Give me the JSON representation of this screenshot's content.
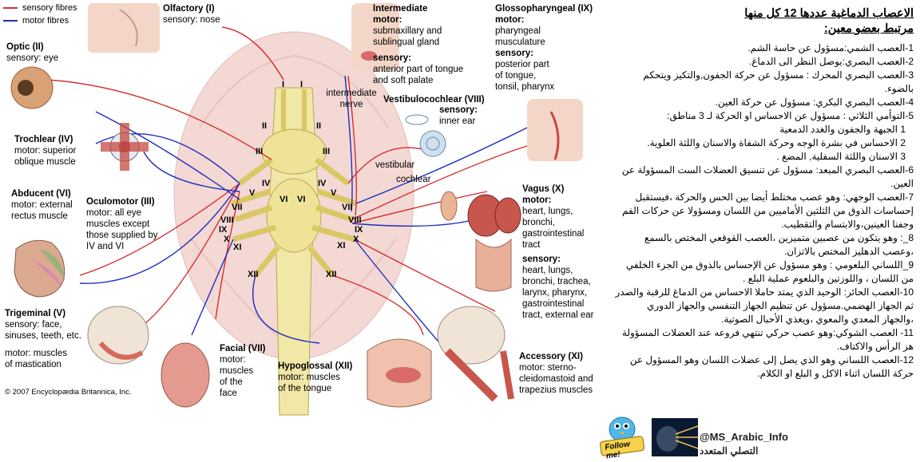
{
  "legend": [
    {
      "label": "sensory fibres",
      "color": "#d62f2f"
    },
    {
      "label": "motor fibres",
      "color": "#1f2fbf"
    }
  ],
  "nerves": {
    "olfactory": {
      "name": "Olfactory (I)",
      "line1": "sensory: nose"
    },
    "optic": {
      "name": "Optic (II)",
      "line1": "sensory: eye"
    },
    "trochlear": {
      "name": "Trochlear (IV)",
      "line1": "motor: superior",
      "line2": "oblique muscle"
    },
    "abducent": {
      "name": "Abducent (VI)",
      "line1": "motor: external",
      "line2": "rectus muscle"
    },
    "oculomotor": {
      "name": "Oculomotor (III)",
      "line1": "motor: all eye",
      "line2": "muscles except",
      "line3": "those supplied by",
      "line4": "IV and VI"
    },
    "trigeminal": {
      "name": "Trigeminal (V)",
      "line1": "sensory: face,",
      "line2": "sinuses, teeth, etc.",
      "line3": "motor: muscles",
      "line4": "of mastication"
    },
    "facial": {
      "name": "Facial (VII)",
      "line1": "motor:",
      "line2": "muscles",
      "line3": "of the",
      "line4": "face"
    },
    "hypoglossal": {
      "name": "Hypoglossal (XII)",
      "line1": "motor: muscles",
      "line2": "of the tongue"
    },
    "intermediate": {
      "name": "Intermediate",
      "line1": "motor:",
      "line2": "submaxillary and",
      "line3": "sublingual gland",
      "line4": "sensory:",
      "line5": "anterior part of tongue",
      "line6": "and soft palate"
    },
    "intermediate_nerve": "intermediate nerve",
    "glossopharyngeal": {
      "name": "Glossopharyngeal (IX)",
      "line1": "motor:",
      "line2": "pharyngeal",
      "line3": "musculature",
      "line4": "sensory:",
      "line5": "posterior part",
      "line6": "of tongue,",
      "line7": "tonsil, pharynx"
    },
    "vestibulocochlear": {
      "name": "Vestibulocochlear (VIII)",
      "line1": "sensory:",
      "line2": "inner ear",
      "vestibular": "vestibular",
      "cochlear": "cochlear"
    },
    "vagus": {
      "name": "Vagus (X)",
      "line1": "motor:",
      "line2": "heart, lungs,",
      "line3": "bronchi,",
      "line4": "gastrointestinal",
      "line5": "tract",
      "line6": "sensory:",
      "line7": "heart, lungs,",
      "line8": "bronchi, trachea,",
      "line9": "larynx, pharynx,",
      "line10": "gastrointestinal",
      "line11": "tract, external ear"
    },
    "accessory": {
      "name": "Accessory (XI)",
      "line1": "motor: sterno-",
      "line2": "cleidomastoid and",
      "line3": "trapezius muscles"
    }
  },
  "roman_labels": [
    "I",
    "I",
    "II",
    "II",
    "III",
    "III",
    "IV",
    "IV",
    "V",
    "V",
    "VI",
    "VI",
    "VII",
    "VII",
    "VIII",
    "VIII",
    "IX",
    "IX",
    "X",
    "X",
    "XI",
    "XI",
    "XII",
    "XII"
  ],
  "copyright": "© 2007 Encyclopædia Britannica, Inc.",
  "arabic": {
    "title1": "الاعصاب الدماغية عددها 12 كل منها",
    "title2": "مرتبط بعضو معين:",
    "items": [
      "1-العصب الشمي:مسؤول عن حاسة الشم.",
      "2-العصب البصري:يوصل النظر الى الدماغ.",
      "3-العصب البصري المحرك : مسؤول عن حركة الجفون,والتكيز ويتحكم بالضوء.",
      "4-العصب البصري البكري: مسؤول عن حركة العين.",
      "5-التوأمي الثلاثي : مسؤول عن الاحساس او الحركة لـ 3 مناطق:",
      "1 الجبهة والجفون والغدد الدمعية",
      "2 الاحساس في بشرة الوجه وحركة            الشفاة والاسنان واللثة العلوية.",
      "3 الاسنان واللثة السفلية, المضغ .",
      "6-العصب البصري المبعد: مسؤول عن تنسيق العضلات الست المسؤولة عن العين.",
      "7-العصب الوجهي: وهو عصب مختلط أيضا بين الحس والحركة ،فيستقبل إحساسات الذوق من الثلثين الأماميين من اللسان ومسؤولا عن حركات الفم وجفنا العينين،والابتسام والتقطيب.",
      "8_: وهو يتكون من عصبين متميزين ،العصب القوقعي المختص بالسمع ،وعصب الدهليز المختص بالاتزان.",
      "9_اللساني البلعومي : وهو مسؤول عن الإحساس بالذوق من الجزء الخلفي من اللسان ، واللوزتين والبلعوم عملية البلع .",
      "10-العصب الحائر: الوحيد الذي يمتد حاملا الاحساس من الدماغ للرقبة والصدر ثم الجهاز الهضمي.مسؤول عن تنظيم الجهاز التنفسي والجهاز الدوري ،والجهاز المعدي والمعوي ،ويغذي الأحبال الصوتية.",
      "11- العصب الشوكي:وهو عصب حركي تنتهي فروعه عند العضلات المسؤولة هز الرأس والاكتاف.",
      "12-العصب اللساني وهو الذي يصل إلى عضلات اللسان وهو المسؤول عن حركة اللسان اثناء الاكل  و البلع او الكلام."
    ]
  },
  "follow_badge": "Follow me!",
  "handle": "@MS_Arabic_Info",
  "handle_sub": "التصلي المتعدد"
}
